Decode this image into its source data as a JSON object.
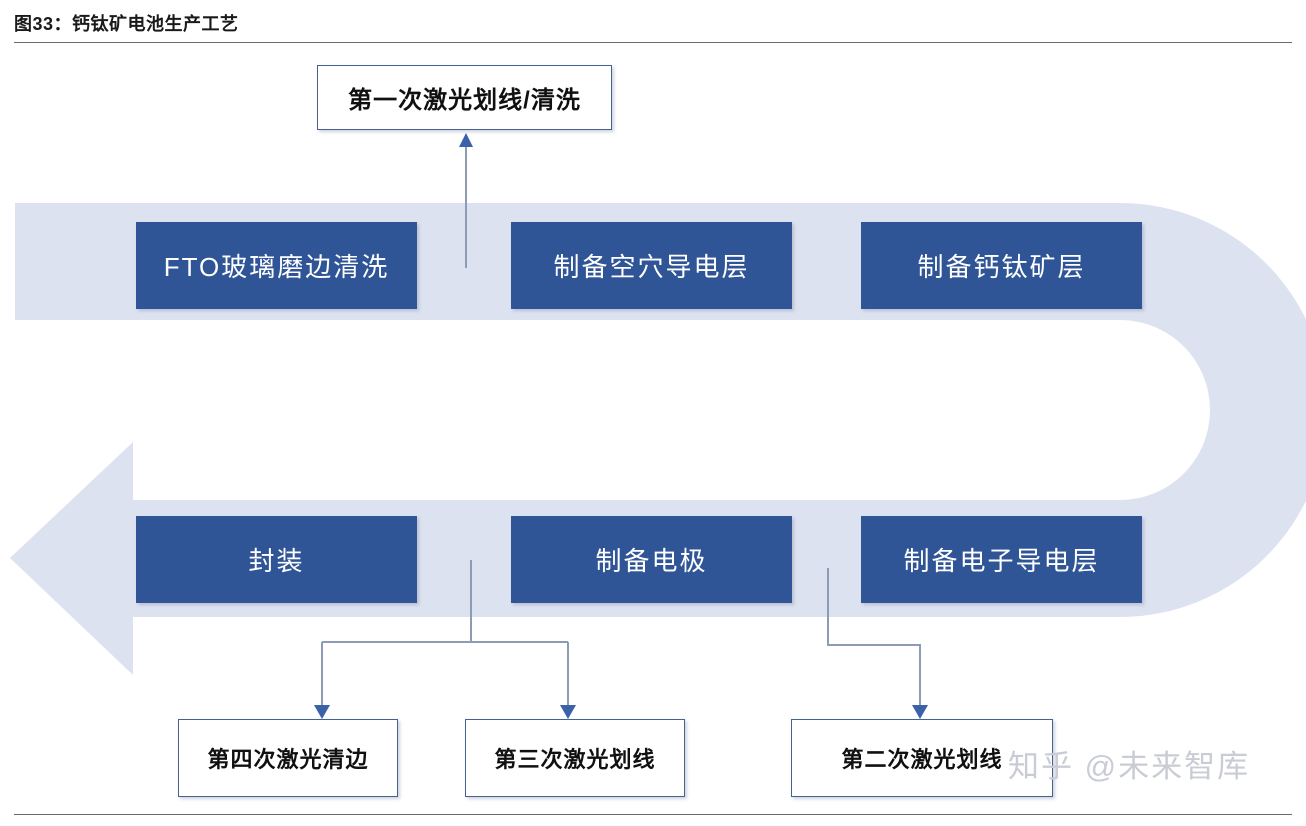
{
  "figure": {
    "title": "图33：钙钛矿电池生产工艺"
  },
  "colors": {
    "band_fill": "#dce2f0",
    "process_box_fill": "#2f5597",
    "process_box_text": "#ffffff",
    "outline_box_border": "#44618f",
    "connector_line": "#8d9bb5",
    "arrow_head": "#3b62a8",
    "rule": "#6a6a6a",
    "watermark": "#c9ccd4"
  },
  "flow": {
    "top_row": [
      {
        "id": "fto-clean",
        "label": "FTO玻璃磨边清洗"
      },
      {
        "id": "hole-transport",
        "label": "制备空穴导电层"
      },
      {
        "id": "perovskite-layer",
        "label": "制备钙钛矿层"
      }
    ],
    "bottom_row": [
      {
        "id": "encapsulation",
        "label": "封装"
      },
      {
        "id": "electrode",
        "label": "制备电极"
      },
      {
        "id": "electron-transport",
        "label": "制备电子导电层"
      }
    ],
    "callouts": [
      {
        "id": "laser-scribe-1",
        "label": "第一次激光划线/清洗",
        "position": "top"
      },
      {
        "id": "laser-edge-4",
        "label": "第四次激光清边",
        "position": "bottom"
      },
      {
        "id": "laser-scribe-3",
        "label": "第三次激光划线",
        "position": "bottom"
      },
      {
        "id": "laser-scribe-2",
        "label": "第二次激光划线",
        "position": "bottom"
      }
    ]
  },
  "watermark": {
    "text": "知乎 @未来智库"
  }
}
